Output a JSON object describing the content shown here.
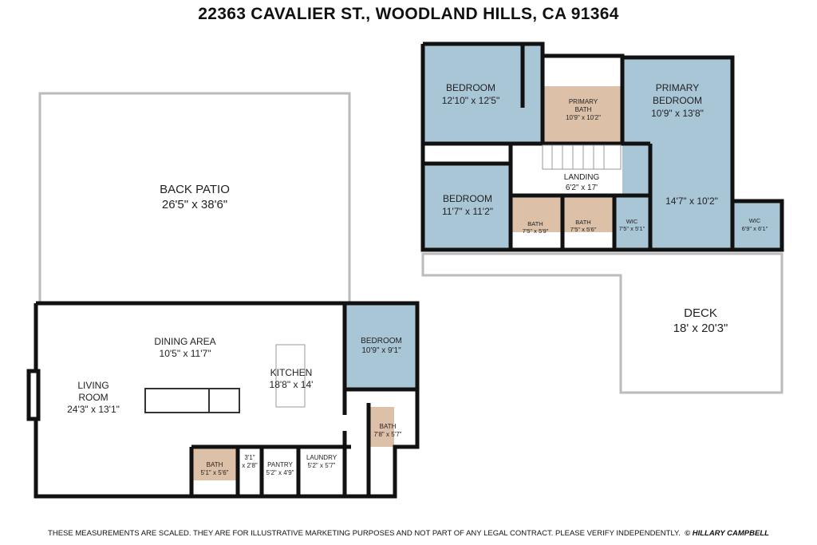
{
  "title": "22363 CAVALIER ST., WOODLAND HILLS, CA 91364",
  "footer": {
    "disclaimer": "THESE MEASUREMENTS ARE SCALED.  THEY ARE FOR ILLUSTRATIVE MARKETING PURPOSES AND NOT PART OF ANY LEGAL CONTRACT.  PLEASE VERIFY INDEPENDENTLY.",
    "credit": "© HILLARY CAMPBELL"
  },
  "colors": {
    "bedroom": "#a9c6d6",
    "bath": "#dcc0a8",
    "wall": "#111111",
    "outline": "#bbbbbb"
  },
  "rooms": {
    "back_patio": {
      "name": "BACK PATIO",
      "dim": "26'5\" x 38'6\""
    },
    "dining": {
      "name": "DINING AREA",
      "dim": "10'5\" x 11'7\""
    },
    "living": {
      "name1": "LIVING",
      "name2": "ROOM",
      "dim": "24'3\" x 13'1\""
    },
    "kitchen": {
      "name": "KITCHEN",
      "dim": "18'8\" x 14'"
    },
    "bedroom_down": {
      "name": "BEDROOM",
      "dim": "10'9\" x 9'1\""
    },
    "bath_down_right": {
      "name": "BATH",
      "dim": "7'8\" x 5'7\""
    },
    "bath_down_left": {
      "name": "BATH",
      "dim": "5'1\" x 5'6\""
    },
    "closet": {
      "dim1": "3'1\"",
      "dim2": "x 2'8\""
    },
    "pantry": {
      "name": "PANTRY",
      "dim": "5'2\" x 4'9\""
    },
    "laundry": {
      "name": "LAUNDRY",
      "dim": "5'2\" x 5'7\""
    },
    "bedroom_up1": {
      "name": "BEDROOM",
      "dim": "12'10\" x 12'5\""
    },
    "bedroom_up2": {
      "name": "BEDROOM",
      "dim": "11'7\" x 11'2\""
    },
    "primary_bath": {
      "name1": "PRIMARY",
      "name2": "BATH",
      "dim": "10'9\" x 10'2\""
    },
    "primary_bedroom": {
      "name1": "PRIMARY",
      "name2": "BEDROOM",
      "dim": "10'9\" x 13'8\"",
      "dim2": "14'7\" x 10'2\""
    },
    "landing": {
      "name": "LANDING",
      "dim": "6'2\" x 17'"
    },
    "bath_up1": {
      "name": "BATH",
      "dim": "7'5\" x 5'9\""
    },
    "bath_up2": {
      "name": "BATH",
      "dim": "7'5\" x 5'6\""
    },
    "wic1": {
      "name": "WIC",
      "dim": "7'5\" x 5'1\""
    },
    "wic2": {
      "name": "WIC",
      "dim": "6'9\" x 6'1\""
    },
    "deck": {
      "name": "DECK",
      "dim": "18' x 20'3\""
    }
  }
}
